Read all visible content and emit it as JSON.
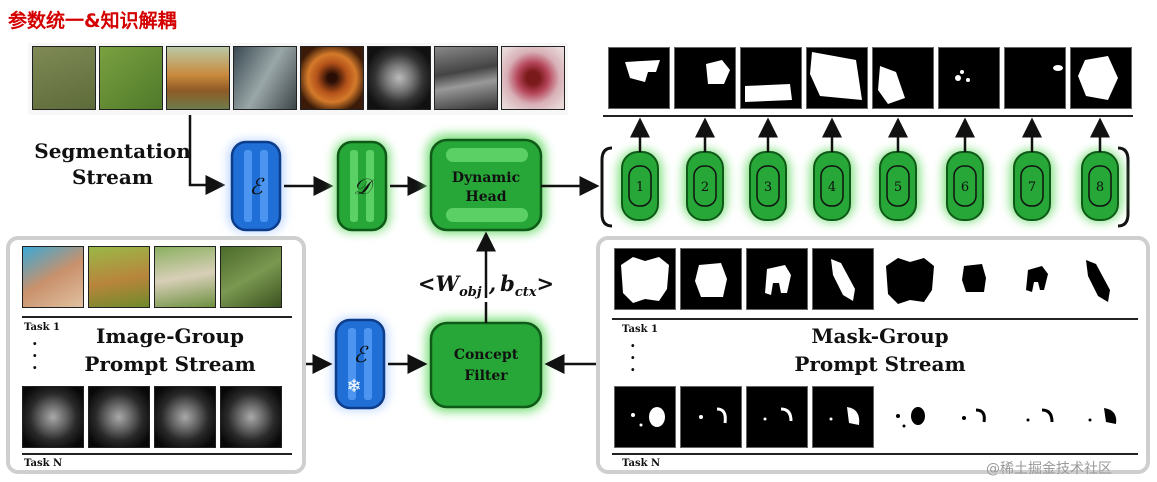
{
  "title": "参数统一&知识解耦",
  "segmentation_stream": {
    "line1": "Segmentation",
    "line2": "Stream"
  },
  "encoder_symbol": "ℰ",
  "decoder_symbol": "𝒟",
  "dynamic_head": {
    "line1": "Dynamic",
    "line2": "Head"
  },
  "concept_filter": {
    "line1": "Concept",
    "line2": "Filter"
  },
  "weights_label": {
    "open": "<",
    "w": "W",
    "w_sub": "obj",
    "comma": " ,",
    "b": "b",
    "b_sub": "ctx",
    "close": ">"
  },
  "outputs": [
    "1",
    "2",
    "3",
    "4",
    "5",
    "6",
    "7",
    "8"
  ],
  "image_group": {
    "line1": "Image-Group",
    "line2": "Prompt Stream",
    "task_first": "Task 1",
    "task_last": "Task N"
  },
  "mask_group": {
    "line1": "Mask-Group",
    "line2": "Prompt Stream",
    "task_first": "Task 1",
    "task_last": "Task N"
  },
  "snowflake": "❄",
  "watermark": "@稀土掘金技术社区",
  "colors": {
    "blue": "#1f6fd6",
    "green": "#27a737",
    "glow_green": "#7fe07f",
    "title_red": "#d40000"
  }
}
